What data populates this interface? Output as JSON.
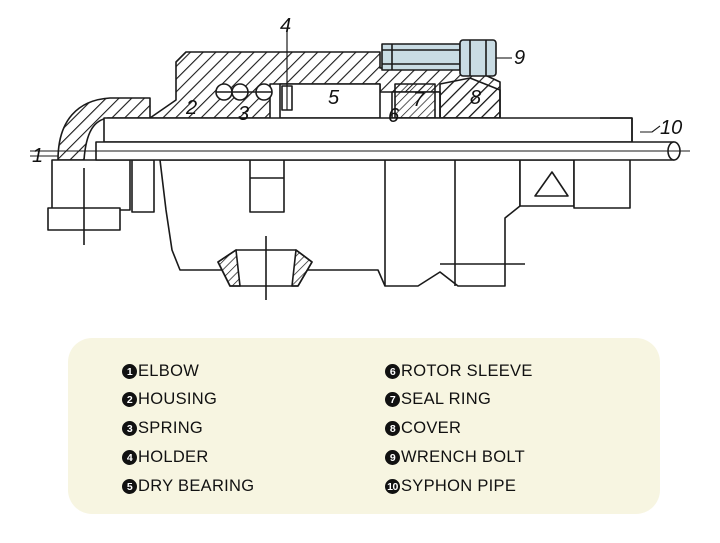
{
  "colors": {
    "legend_bg": "#f7f5e1",
    "line": "#1a1a1a",
    "bolt": "#c9dce4"
  },
  "callouts": [
    "1",
    "2",
    "3",
    "4",
    "5",
    "6",
    "7",
    "8",
    "9",
    "10"
  ],
  "legend": [
    {
      "num": "1",
      "label": "ELBOW"
    },
    {
      "num": "2",
      "label": "HOUSING"
    },
    {
      "num": "3",
      "label": "SPRING"
    },
    {
      "num": "4",
      "label": "HOLDER"
    },
    {
      "num": "5",
      "label": "DRY BEARING"
    },
    {
      "num": "6",
      "label": "ROTOR SLEEVE"
    },
    {
      "num": "7",
      "label": "SEAL RING"
    },
    {
      "num": "8",
      "label": "COVER"
    },
    {
      "num": "9",
      "label": "WRENCH BOLT"
    },
    {
      "num": "10",
      "label": "SYPHON PIPE"
    }
  ]
}
